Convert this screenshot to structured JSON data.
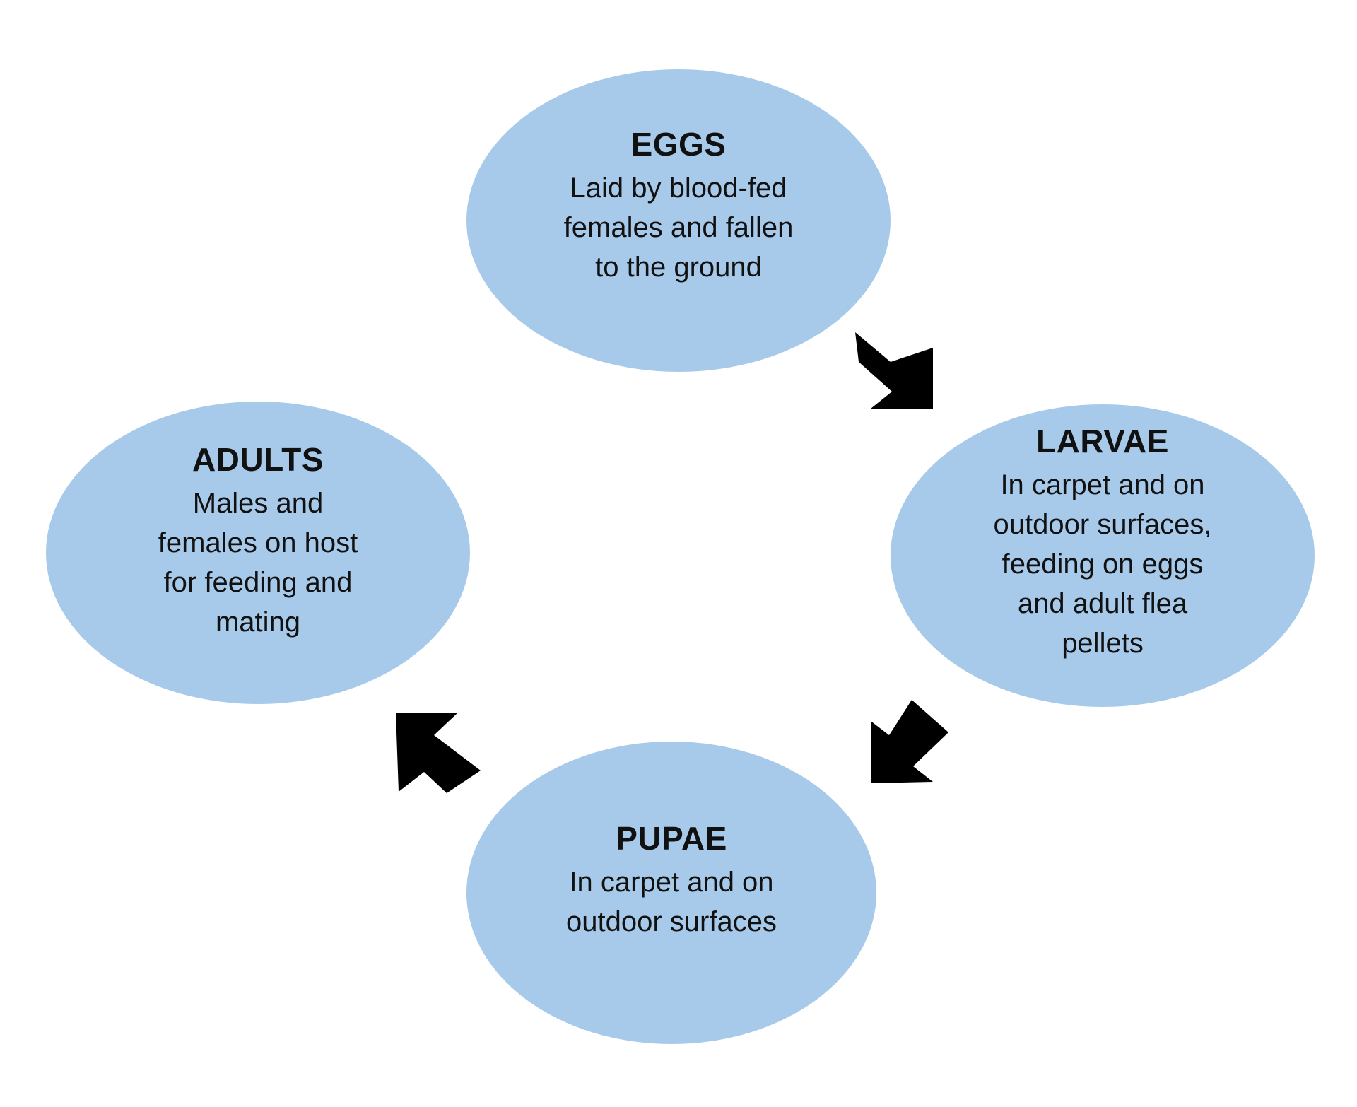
{
  "diagram": {
    "stages": [
      {
        "id": "eggs",
        "title": "EGGS",
        "description": "Laid by blood-fed\nfemales and fallen\nto the ground"
      },
      {
        "id": "larvae",
        "title": "LARVAE",
        "description": "In carpet and on\noutdoor surfaces,\nfeeding on eggs\nand adult flea\npellets"
      },
      {
        "id": "pupae",
        "title": "PUPAE",
        "description": "In carpet and on\noutdoor surfaces"
      },
      {
        "id": "adults",
        "title": "ADULTS",
        "description": "Males and\nfemales on host\nfor feeding and\nmating"
      }
    ],
    "arrows": [
      {
        "from": "eggs",
        "to": "larvae",
        "direction": "down-right",
        "icon": "arrow-down-right-icon"
      },
      {
        "from": "larvae",
        "to": "pupae",
        "direction": "down-left",
        "icon": "arrow-down-left-icon"
      },
      {
        "from": "pupae",
        "to": "adults",
        "direction": "up-left",
        "icon": "arrow-up-left-icon"
      }
    ],
    "colors": {
      "oval_fill": "#a8caea",
      "arrow_fill": "#000000",
      "text": "#111111",
      "background": "#ffffff"
    }
  }
}
